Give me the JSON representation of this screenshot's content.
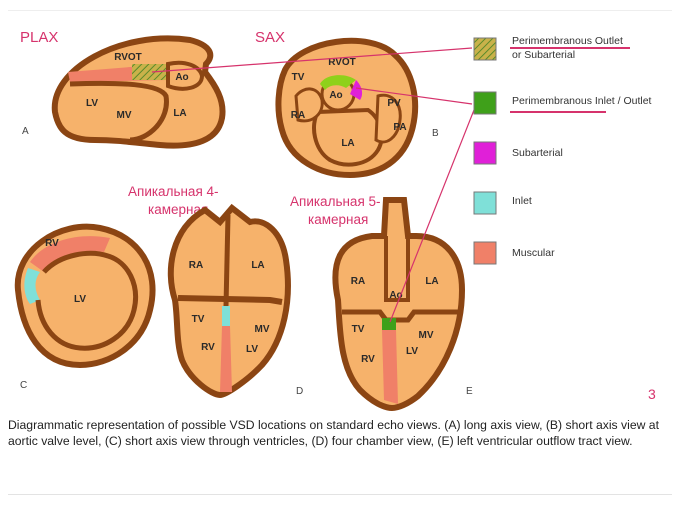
{
  "view_titles": {
    "plax": "PLAX",
    "sax": "SAX",
    "apical4_line1": "Апикальная 4-",
    "apical4_line2": "камерная",
    "apical5_line1": "Апикальная 5-",
    "apical5_line2": "камерная"
  },
  "panel_letters": {
    "a": "A",
    "b": "B",
    "c": "C",
    "d": "D",
    "e": "E"
  },
  "labels": {
    "rvot": "RVOT",
    "ao": "Ao",
    "lv": "LV",
    "mv": "MV",
    "la": "LA",
    "tv": "TV",
    "ra": "RA",
    "pv": "PV",
    "pa": "PA",
    "rv": "RV"
  },
  "legend": [
    {
      "label_line1": "Perimembranous Outlet",
      "label_line2": "or Subarterial",
      "color": "#c9b24a",
      "pattern": "hatched",
      "underlined": true
    },
    {
      "label_line1": "Perimembranous Inlet / Outlet",
      "label_line2": "",
      "color": "#3fa01a",
      "pattern": "solid",
      "underlined": true
    },
    {
      "label_line1": "Subarterial",
      "label_line2": "",
      "color": "#e020d8",
      "pattern": "solid",
      "underlined": false
    },
    {
      "label_line1": "Inlet",
      "label_line2": "",
      "color": "#7fe0d8",
      "pattern": "solid",
      "underlined": false
    },
    {
      "label_line1": "Muscular",
      "label_line2": "",
      "color": "#f08068",
      "pattern": "solid",
      "underlined": false
    }
  ],
  "colors": {
    "tissue": "#f6b26b",
    "wall": "#8b4513",
    "accent_pink": "#d6336c",
    "perimembranous_outlet": "#c9b24a",
    "perimembranous_inlet_outlet": "#3fa01a",
    "subarterial": "#e020d8",
    "inlet": "#7fe0d8",
    "muscular": "#f08068"
  },
  "slide_number": "3",
  "caption": "Diagrammatic representation of possible VSD locations on standard echo views. (A) long axis view, (B) short axis view at aortic valve level, (C) short axis view through ventricles, (D) four chamber view, (E) left ventricular outflow tract view."
}
